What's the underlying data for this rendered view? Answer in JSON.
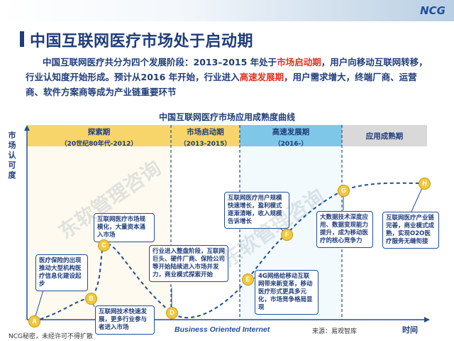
{
  "header": {
    "brand": "NCG"
  },
  "title": "中国互联网医疗市场处于启动期",
  "paragraph": {
    "part1": "中国互联网医疗共分为四个发展阶段：2013–2015 年处于",
    "hl1": "市场启动期",
    "part2": "，用户向移动互联网转移，行业认知度开始形成。预计从2016 年开始，行业进入",
    "hl2": "高速发展期",
    "part3": "，用户需求增大，终端厂商、运营商、软件方案商等成为产业链重要环节"
  },
  "chart_title": "中国互联网医疗市场应用成熟度曲线",
  "y_axis_label": "市场认可度",
  "x_axis_label": "Business Oriented Internet",
  "x_axis_end_label": "时间",
  "source": "来源：易观智库",
  "footer": "NCG秘密，未经许可不得扩散",
  "watermarks": [
    "东软管理咨询",
    "东软管理咨询"
  ],
  "colors": {
    "phase1": "#f7d56b",
    "phase2": "#f7d56b",
    "phase3": "#7fc7e8",
    "phase4": "#d9d9d9",
    "curve": "#1f4e9c",
    "node": "#f2c93b"
  },
  "phases": [
    {
      "name": "探索期",
      "period": "（20世纪80年代-2012）"
    },
    {
      "name": "市场启动期",
      "period": "（2013-2015）"
    },
    {
      "name": "高速发展期",
      "period": "（2016-）"
    },
    {
      "name": "应用成熟期",
      "period": ""
    }
  ],
  "nodes": [
    "A",
    "B",
    "C",
    "D",
    "E",
    "F",
    "G",
    "H"
  ],
  "annotations": [
    {
      "id": "A",
      "text": "医疗保险的出现推动大型机构医疗信息化建设起步"
    },
    {
      "id": "B",
      "text": "互联网技术快速发展，更多行业参与者进入市场"
    },
    {
      "id": "C",
      "text": "互联网医疗市场规模化，大量资本涌入市场"
    },
    {
      "id": "D",
      "text": "行业进入整盘阶段，互联网巨头、硬件厂商、保险公司等开始陆续进入市场并发力，商业模式探索开始"
    },
    {
      "id": "E",
      "text": "4G网络给移动互联网带来新变革，移动医疗形式更具多元化，市场竞争格局显现"
    },
    {
      "id": "F",
      "text": "互联网医疗用户规模快速增长，盈利模式逐渐清晰，收入规模告诉增长"
    },
    {
      "id": "G",
      "text": "大数据技术深度应用、数据变现能力提升，成为移动医疗的核心竞争力"
    },
    {
      "id": "H",
      "text": "互联网医疗产业链完善，商业模式成熟，实现O2O医疗服务无缝衔接"
    }
  ]
}
